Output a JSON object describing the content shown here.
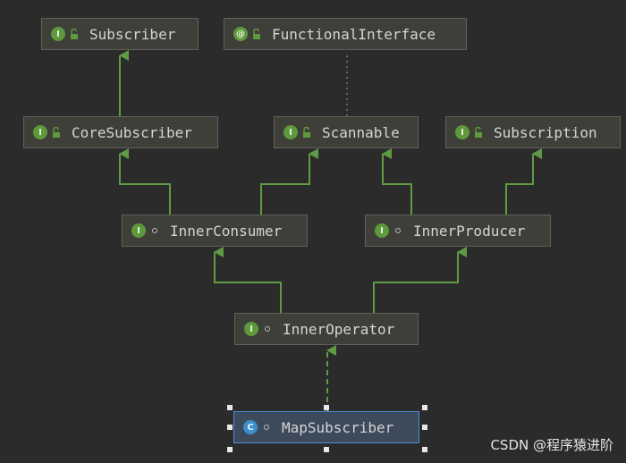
{
  "nodes": {
    "subscriber": {
      "name": "Subscriber",
      "kind": "interface",
      "badge": "I"
    },
    "functional_interface": {
      "name": "FunctionalInterface",
      "kind": "annotation",
      "badge": "@"
    },
    "core_subscriber": {
      "name": "CoreSubscriber",
      "kind": "interface",
      "badge": "I"
    },
    "scannable": {
      "name": "Scannable",
      "kind": "interface",
      "badge": "I"
    },
    "subscription": {
      "name": "Subscription",
      "kind": "interface",
      "badge": "I"
    },
    "inner_consumer": {
      "name": "InnerConsumer",
      "kind": "interface",
      "badge": "I"
    },
    "inner_producer": {
      "name": "InnerProducer",
      "kind": "interface",
      "badge": "I"
    },
    "inner_operator": {
      "name": "InnerOperator",
      "kind": "interface",
      "badge": "I"
    },
    "map_subscriber": {
      "name": "MapSubscriber",
      "kind": "class",
      "badge": "C",
      "selected": true
    }
  },
  "colors": {
    "background": "#2b2b2b",
    "node_fill": "#3f3f3a",
    "edge": "#5f9a45",
    "annotation_edge": "#7b7b60",
    "selection": "#4d8bd6"
  },
  "watermark": "CSDN @程序猿进阶"
}
